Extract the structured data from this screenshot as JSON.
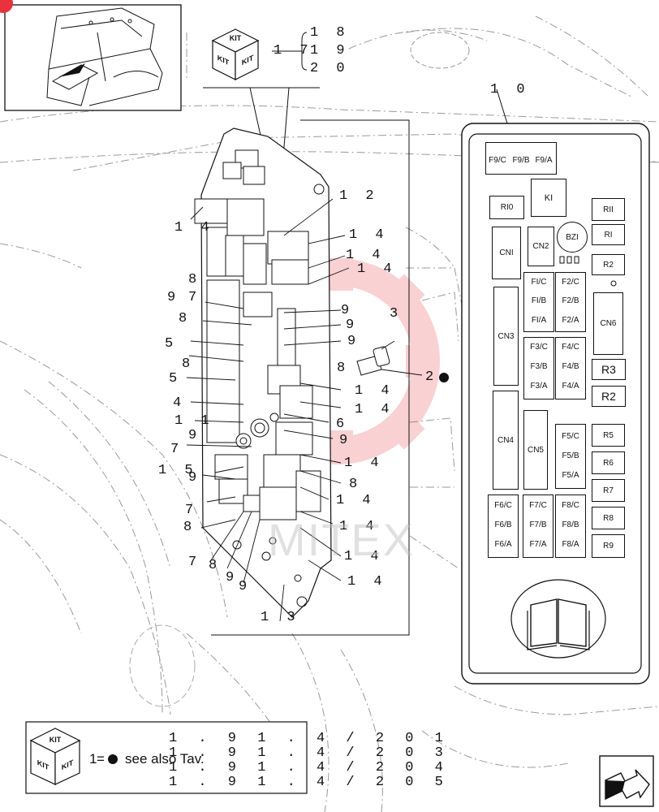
{
  "header_badge": {
    "color": "#e8323c"
  },
  "kit_label": "KIT",
  "callouts": {
    "c18": "1 8",
    "c19": "1 9",
    "c20": "2 0",
    "c17": "1 7",
    "c10": "1 0",
    "c12": "1 2",
    "c14": "1 4",
    "c8": "8",
    "c9": "9",
    "c7": "7",
    "c5": "5",
    "c4": "4",
    "c11": "1 1",
    "c15": "1 5",
    "c3": "3",
    "c2": "2",
    "c6": "6",
    "c13": "1 3"
  },
  "fuse_panel": {
    "top_fuses": [
      "F9/C",
      "F9/B",
      "F9/A"
    ],
    "ki": "KI",
    "ri0": "RI0",
    "rii": "RII",
    "ri": "RI",
    "bzi": "BZI",
    "cni": "CNI",
    "cn2": "CN2",
    "r2_small": "R2",
    "f1": [
      "FI/C",
      "FI/B",
      "FI/A"
    ],
    "f2": [
      "F2/C",
      "F2/B",
      "F2/A"
    ],
    "cn3": "CN3",
    "cn6": "CN6",
    "f3": [
      "F3/C",
      "F3/B",
      "F3/A"
    ],
    "f4": [
      "F4/C",
      "F4/B",
      "F4/A"
    ],
    "r3": "R3",
    "r2": "R2",
    "cn4": "CN4",
    "cn5": "CN5",
    "f5": [
      "F5/C",
      "F5/B",
      "F5/A"
    ],
    "r5": "R5",
    "r6": "R6",
    "r7": "R7",
    "f6": [
      "F6/C",
      "F6/B",
      "F6/A"
    ],
    "f7": [
      "F7/C",
      "F7/B",
      "F7/A"
    ],
    "f8": [
      "F8/C",
      "F8/B",
      "F8/A"
    ],
    "r8": "R8",
    "r9": "R9"
  },
  "legend": {
    "num": "1",
    "eq": "=",
    "text": "see also Tav.",
    "refs": [
      "1 . 9 1 . 4 / 2   0 1",
      "1 . 9 1 . 4 / 2   0 3",
      "1 . 9 1 . 4 / 2   0 4",
      "1 . 9 1 . 4 / 2   0 5"
    ]
  },
  "watermark": "MITEX"
}
